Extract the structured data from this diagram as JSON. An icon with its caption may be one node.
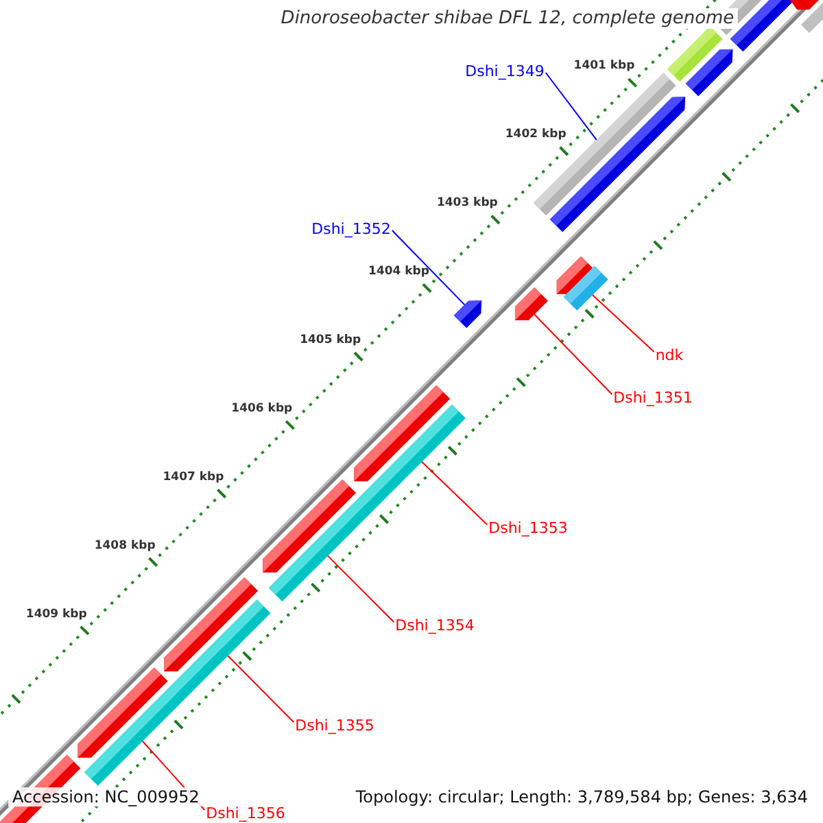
{
  "diagram": {
    "title": "Dinoroseobacter shibae DFL 12, complete genome",
    "nodes": [
      {
        "text": [
          "Dshi_1349"
        ]
      },
      {
        "text": [
          "Dshi_1352"
        ]
      },
      {
        "text": [
          "ndk"
        ]
      },
      {
        "text": [
          "Dshi_1351"
        ]
      },
      {
        "text": [
          "Dshi_1353"
        ]
      },
      {
        "text": [
          "Dshi_1354"
        ]
      },
      {
        "text": [
          "Dshi_1355"
        ]
      },
      {
        "text": [
          "Dshi_1356"
        ]
      },
      {
        "text": [],
        "shape": "bar"
      },
      {
        "text": [],
        "shape": "arrow"
      },
      {
        "text": [],
        "shape": "bar"
      },
      {
        "text": [],
        "shape": "arrow"
      },
      {
        "text": [],
        "shape": "bar"
      },
      {
        "text": [],
        "shape": "bar"
      },
      {
        "text": [],
        "shape": "bar"
      }
    ],
    "edges": [
      {
        "from": 0,
        "to": 8,
        "arrow": "none",
        "color": "#0000ff"
      },
      {
        "from": 1,
        "to": 9,
        "arrow": "none",
        "color": "#0000ff"
      },
      {
        "from": 2,
        "to": 10,
        "arrow": "none"
      },
      {
        "from": 3,
        "to": 11,
        "arrow": "none"
      },
      {
        "from": 4,
        "to": 12,
        "arrow": "none"
      },
      {
        "from": 5,
        "to": 13,
        "arrow": "none"
      },
      {
        "from": 6,
        "to": 14,
        "arrow": "none"
      },
      {
        "from": 7,
        "to": 14,
        "arrow": "none"
      }
    ],
    "labels": [
      "1401 kbp",
      "1402 kbp",
      "1403 kbp",
      "1404 kbp",
      "1405 kbp",
      "1406 kbp",
      "1407 kbp",
      "1408 kbp",
      "1409 kbp",
      "Accession: NC_009952",
      "Topology: circular; Length: 3,789,584 bp; Genes: 3,634"
    ]
  }
}
